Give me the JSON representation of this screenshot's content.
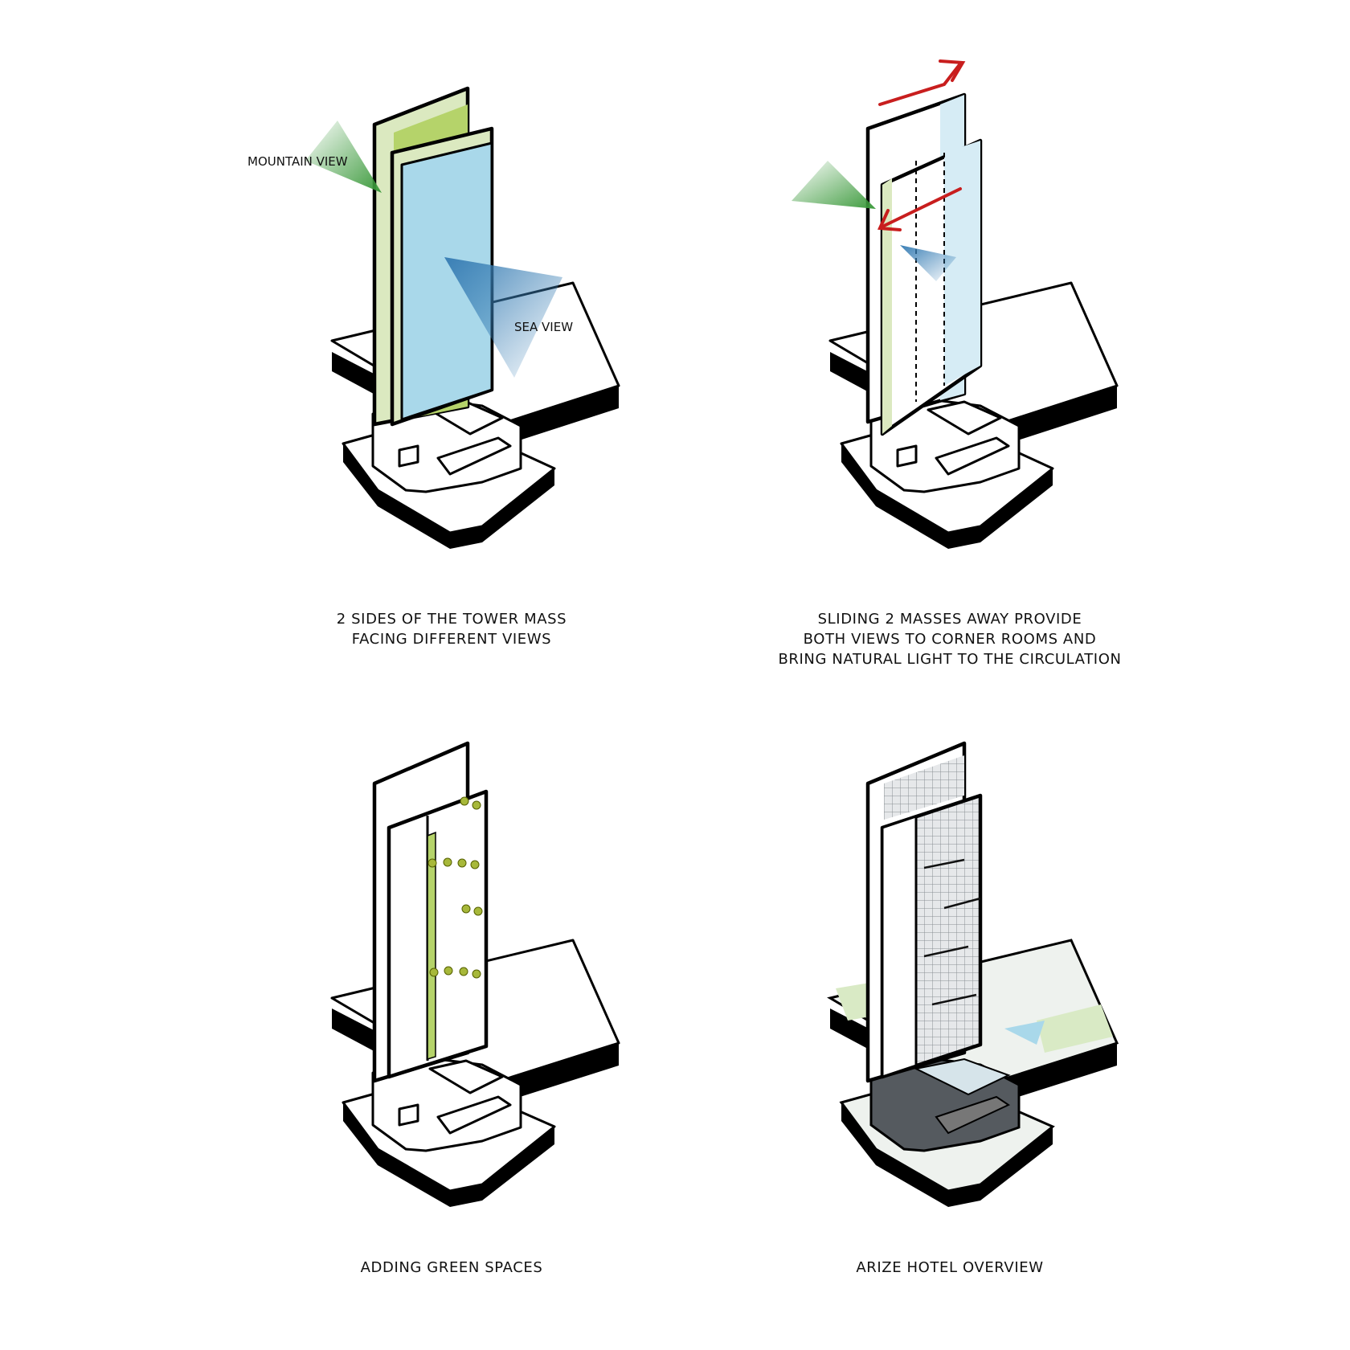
{
  "labels": {
    "mountain_view": "MOUNTAIN VIEW",
    "sea_view": "SEA VIEW"
  },
  "captions": {
    "panel1": [
      "2 SIDES OF THE TOWER MASS",
      "FACING DIFFERENT VIEWS"
    ],
    "panel2": [
      "SLIDING 2 MASSES AWAY PROVIDE",
      "BOTH VIEWS TO CORNER ROOMS AND",
      "BRING NATURAL LIGHT TO THE CIRCULATION"
    ],
    "panel3": [
      "ADDING GREEN SPACES"
    ],
    "panel4": [
      "ARIZE HOTEL OVERVIEW"
    ]
  },
  "colors": {
    "mountain_green": "#b5d36a",
    "light_green": "#dbe9c0",
    "sea_blue": "#a9d8ea",
    "pale_blue": "#d6ecf5",
    "arrow_red": "#c81e1e",
    "tree_green": "#a7b83a",
    "outline": "#000000"
  }
}
